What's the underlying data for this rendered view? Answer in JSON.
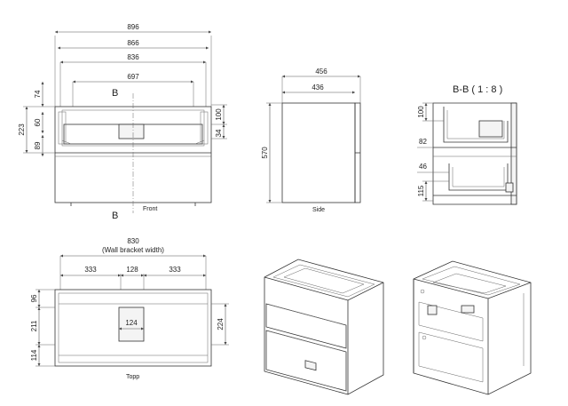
{
  "front": {
    "caption": "Front",
    "dims": {
      "w896": "896",
      "w866": "866",
      "w836": "836",
      "w697": "697",
      "h74": "74",
      "h223": "223",
      "h60": "60",
      "h89": "89",
      "h100": "100",
      "h34": "34"
    },
    "section_marker": "B"
  },
  "side": {
    "caption": "Side",
    "dims": {
      "w456": "456",
      "w436": "436",
      "h570": "570"
    }
  },
  "section": {
    "title": "B-B ( 1 : 8 )",
    "dims": {
      "h100": "100",
      "h82": "82",
      "h46": "46",
      "h115": "115"
    }
  },
  "top": {
    "caption": "Topp",
    "width": "830",
    "width_note": "(Wall bracket width)",
    "dims": {
      "w333a": "333",
      "w128": "128",
      "w333b": "333",
      "w124": "124",
      "h96": "96",
      "h211": "211",
      "h224": "224",
      "h114": "114"
    }
  },
  "iso": {}
}
